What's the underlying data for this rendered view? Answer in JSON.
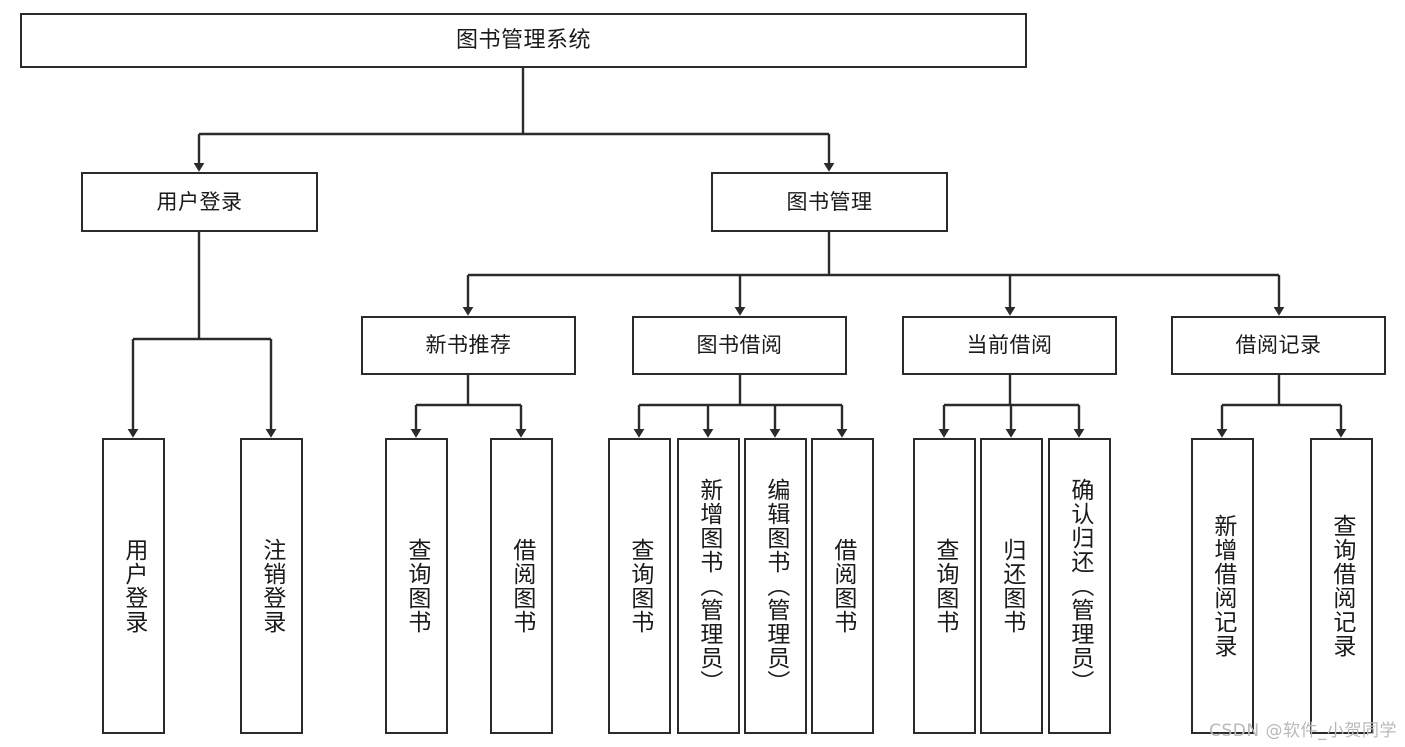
{
  "diagram": {
    "type": "tree",
    "title": "图书管理系统",
    "watermark": "CSDN @软件_小贺同学",
    "colors": {
      "box_border": "#2b2b2b",
      "box_fill": "#ffffff",
      "edge": "#2b2b2b",
      "text": "#1a1a1a",
      "watermark": "#b9b9b9",
      "background": "#ffffff"
    },
    "nodes": {
      "root": {
        "label": "图书管理系统"
      },
      "level1": [
        {
          "id": "user-login",
          "label": "用户登录"
        },
        {
          "id": "book-manage",
          "label": "图书管理"
        }
      ],
      "level2": [
        {
          "id": "new-book-recommend",
          "label": "新书推荐"
        },
        {
          "id": "book-borrow",
          "label": "图书借阅"
        },
        {
          "id": "current-borrow",
          "label": "当前借阅"
        },
        {
          "id": "borrow-record",
          "label": "借阅记录"
        }
      ],
      "leaves": {
        "user_login": [
          {
            "id": "leaf-user-login",
            "label": "用户登录"
          },
          {
            "id": "leaf-user-logout",
            "label": "注销登录"
          }
        ],
        "new_book_recommend": [
          {
            "id": "leaf-query-book-1",
            "label": "查询图书"
          },
          {
            "id": "leaf-borrow-book-1",
            "label": "借阅图书"
          }
        ],
        "book_borrow": [
          {
            "id": "leaf-query-book-2",
            "label": "查询图书"
          },
          {
            "id": "leaf-add-book",
            "label": "新增图书（管理员）"
          },
          {
            "id": "leaf-edit-book",
            "label": "编辑图书（管理员）"
          },
          {
            "id": "leaf-borrow-book-2",
            "label": "借阅图书"
          }
        ],
        "current_borrow": [
          {
            "id": "leaf-query-book-3",
            "label": "查询图书"
          },
          {
            "id": "leaf-return-book",
            "label": "归还图书"
          },
          {
            "id": "leaf-confirm-return",
            "label": "确认归还（管理员）"
          }
        ],
        "borrow_record": [
          {
            "id": "leaf-add-record",
            "label": "新增借阅记录"
          },
          {
            "id": "leaf-query-record",
            "label": "查询借阅记录"
          }
        ]
      }
    }
  }
}
